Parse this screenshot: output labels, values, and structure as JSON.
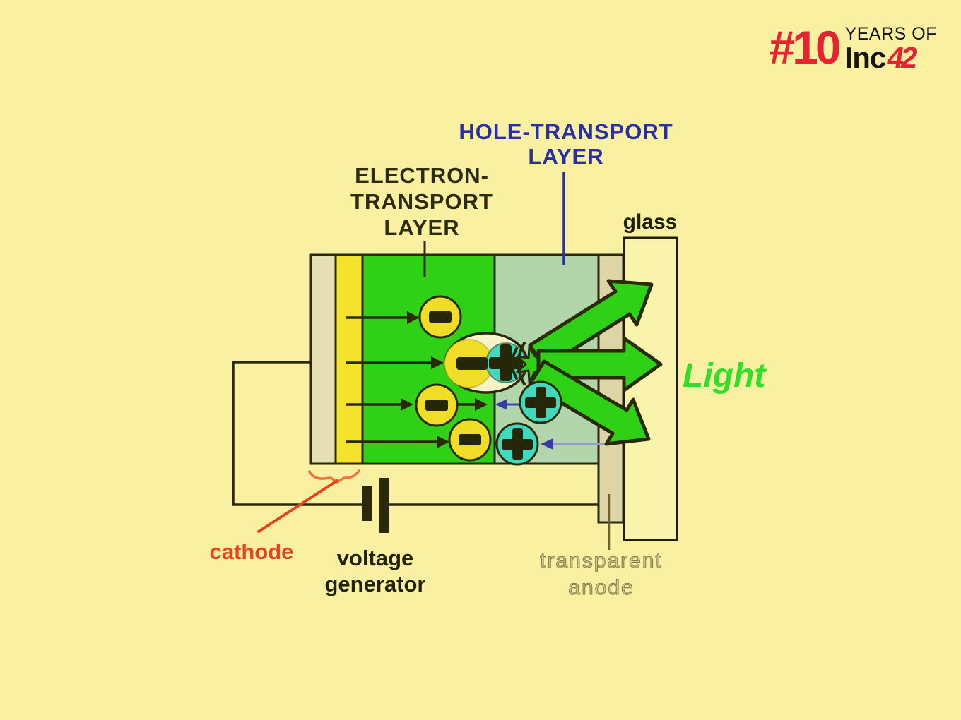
{
  "page": {
    "background": "#f9f0a2"
  },
  "logo": {
    "number": "#10",
    "years_of": "YEARS OF",
    "inc": "Inc",
    "forty_two": "42",
    "red": "#e62430",
    "black": "#161616"
  },
  "diagram": {
    "labels": {
      "electron_layer_line1": "ELECTRON-",
      "electron_layer_line2": "TRANSPORT",
      "electron_layer_line3": "LAYER",
      "hole_layer_line1": "HOLE-TRANSPORT",
      "hole_layer_line2": "LAYER",
      "glass": "glass",
      "light": "Light",
      "cathode": "cathode",
      "voltage_line1": "voltage",
      "voltage_line2": "generator",
      "anode_line1": "transparent",
      "anode_line2": "anode"
    },
    "symbols": {
      "electron": "−",
      "hole": "+"
    },
    "colors": {
      "electron_transport_layer": "#2ed115",
      "hole_transport_layer": "#b2d5ab",
      "cathode_strip": "#f3e32c",
      "left_electrode": "#e7dfb4",
      "transparent_anode": "#ded5a6",
      "glass": "#faf3ac",
      "electron_circle": "#f0dd28",
      "hole_circle": "#3fd9bd",
      "outline": "#2b2a08",
      "hole_label_blue": "#2a2fa8",
      "cathode_label_red": "#e8431d",
      "light_text_green": "#35dd2b",
      "hole_arrow_blue": "#4343ae"
    }
  }
}
